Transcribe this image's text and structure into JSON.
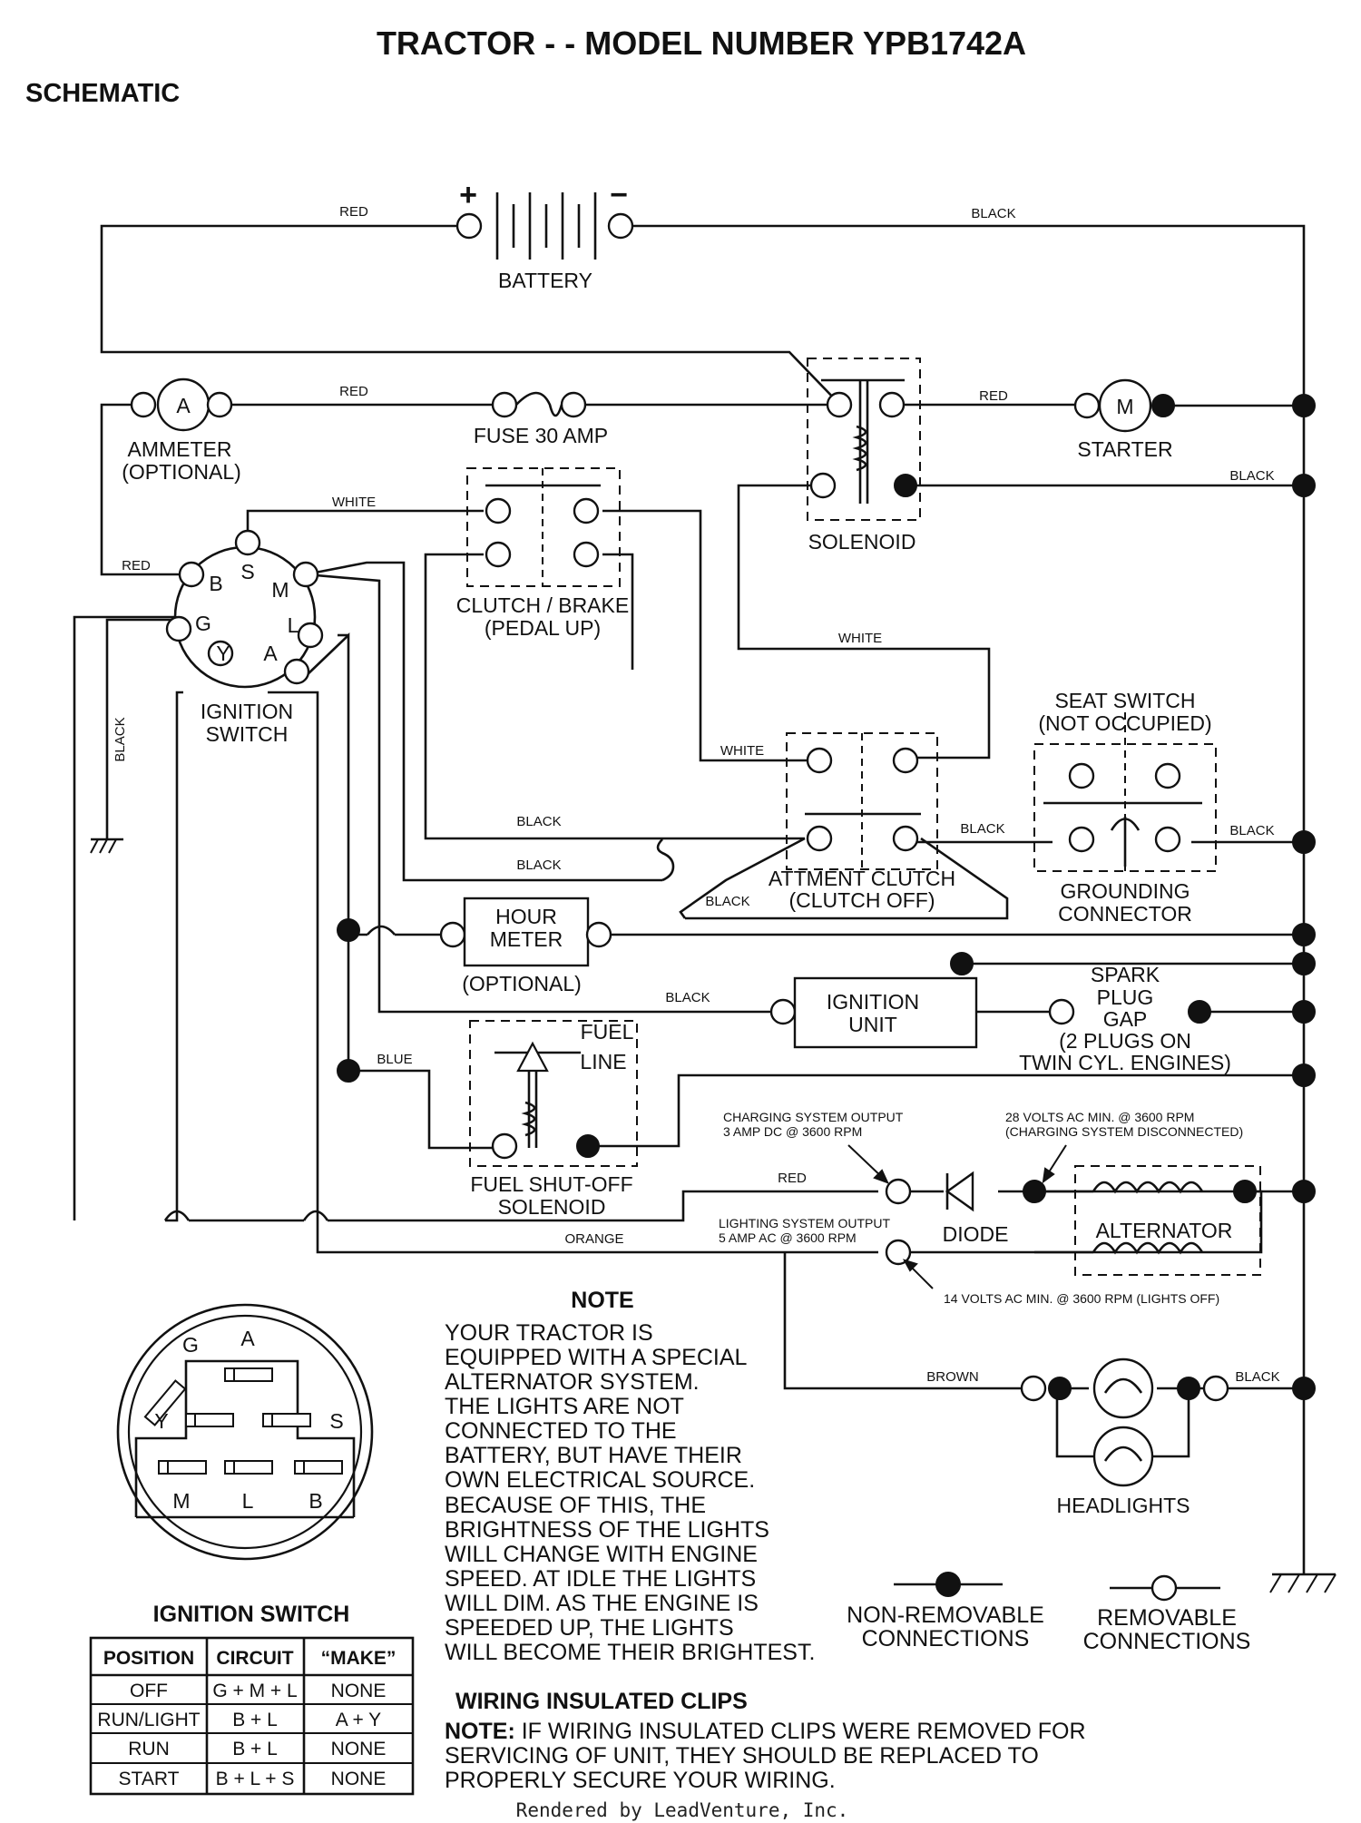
{
  "title": "TRACTOR - - MODEL NUMBER YPB1742A",
  "subtitle": "SCHEMATIC",
  "components": {
    "battery": "BATTERY",
    "battery_pos": "+",
    "battery_neg": "−",
    "ammeter": [
      "AMMETER",
      "(OPTIONAL)"
    ],
    "ammeter_symbol": "A",
    "fuse": "FUSE 30 AMP",
    "solenoid": "SOLENOID",
    "starter": "STARTER",
    "starter_symbol": "M",
    "clutch_brake": [
      "CLUTCH / BRAKE",
      "(PEDAL UP)"
    ],
    "ignition_switch": [
      "IGNITION",
      "SWITCH"
    ],
    "switch_terminals": [
      "B",
      "S",
      "M",
      "G",
      "L",
      "Y",
      "A"
    ],
    "seat_switch": [
      "SEAT SWITCH",
      "(NOT OCCUPIED)"
    ],
    "attachment_clutch": [
      "ATTMENT CLUTCH",
      "(CLUTCH OFF)"
    ],
    "grounding_connector": [
      "GROUNDING",
      "CONNECTOR"
    ],
    "hour_meter": [
      "HOUR",
      "METER"
    ],
    "hour_meter_optional": "(OPTIONAL)",
    "ignition_unit": [
      "IGNITION",
      "UNIT"
    ],
    "spark_plug": [
      "SPARK",
      "PLUG",
      "GAP",
      "(2 PLUGS ON",
      "TWIN CYL. ENGINES)"
    ],
    "fuel_line": [
      "FUEL",
      "LINE"
    ],
    "fuel_solenoid": [
      "FUEL SHUT-OFF",
      "SOLENOID"
    ],
    "diode": "DIODE",
    "alternator": "ALTERNATOR",
    "headlights": "HEADLIGHTS"
  },
  "wire_labels": {
    "red_battery": "RED",
    "black_battery": "BLACK",
    "red_ammeter": "RED",
    "red_starter": "RED",
    "black_solenoid": "BLACK",
    "white_top": "WHITE",
    "red_switch": "RED",
    "white_solenoid": "WHITE",
    "white_clutch": "WHITE",
    "black_vertical": "BLACK",
    "black_clutch1": "BLACK",
    "black_clutch2": "BLACK",
    "black_clutch3": "BLACK",
    "black_seat_left": "BLACK",
    "black_seat_right": "BLACK",
    "black_ignition": "BLACK",
    "blue": "BLUE",
    "red_charge": "RED",
    "orange": "ORANGE",
    "brown": "BROWN",
    "black_headlights": "BLACK"
  },
  "annotations": {
    "charging_output": [
      "CHARGING SYSTEM OUTPUT",
      "3 AMP DC @ 3600 RPM"
    ],
    "volts28": [
      "28 VOLTS AC MIN. @ 3600 RPM",
      "(CHARGING SYSTEM DISCONNECTED)"
    ],
    "lighting_output": [
      "LIGHTING SYSTEM OUTPUT",
      "5 AMP AC @ 3600 RPM"
    ],
    "volts14": "14 VOLTS AC MIN. @ 3600 RPM (LIGHTS OFF)"
  },
  "note": {
    "heading": "NOTE",
    "lines": [
      "YOUR TRACTOR IS",
      "EQUIPPED WITH A SPECIAL",
      "ALTERNATOR SYSTEM.",
      "THE LIGHTS ARE NOT",
      "CONNECTED TO THE",
      "BATTERY, BUT HAVE THEIR",
      "OWN ELECTRICAL SOURCE.",
      "BECAUSE OF THIS, THE",
      "BRIGHTNESS OF THE LIGHTS",
      "WILL CHANGE WITH ENGINE",
      "SPEED.  AT IDLE THE LIGHTS",
      "WILL DIM.  AS THE ENGINE IS",
      "SPEEDED UP, THE LIGHTS",
      "WILL BECOME THEIR BRIGHTEST."
    ]
  },
  "legend": {
    "non_removable": [
      "NON-REMOVABLE",
      "CONNECTIONS"
    ],
    "removable": [
      "REMOVABLE",
      "CONNECTIONS"
    ]
  },
  "switch_face": {
    "letters": [
      "G",
      "A",
      "Y",
      "S",
      "M",
      "L",
      "B"
    ]
  },
  "ignition_table": {
    "title": "IGNITION SWITCH",
    "headers": [
      "POSITION",
      "CIRCUIT",
      "“MAKE”"
    ],
    "rows": [
      [
        "OFF",
        "G + M + L",
        "NONE"
      ],
      [
        "RUN/LIGHT",
        "B + L",
        "A + Y"
      ],
      [
        "RUN",
        "B + L",
        "NONE"
      ],
      [
        "START",
        "B + L + S",
        "NONE"
      ]
    ]
  },
  "clips": {
    "heading": "WIRING INSULATED CLIPS",
    "note_label": "NOTE:",
    "lines": [
      " IF WIRING INSULATED CLIPS WERE REMOVED FOR",
      "SERVICING OF UNIT, THEY SHOULD BE REPLACED TO",
      "PROPERLY SECURE YOUR WIRING."
    ]
  },
  "footer": "Rendered by LeadVenture, Inc."
}
